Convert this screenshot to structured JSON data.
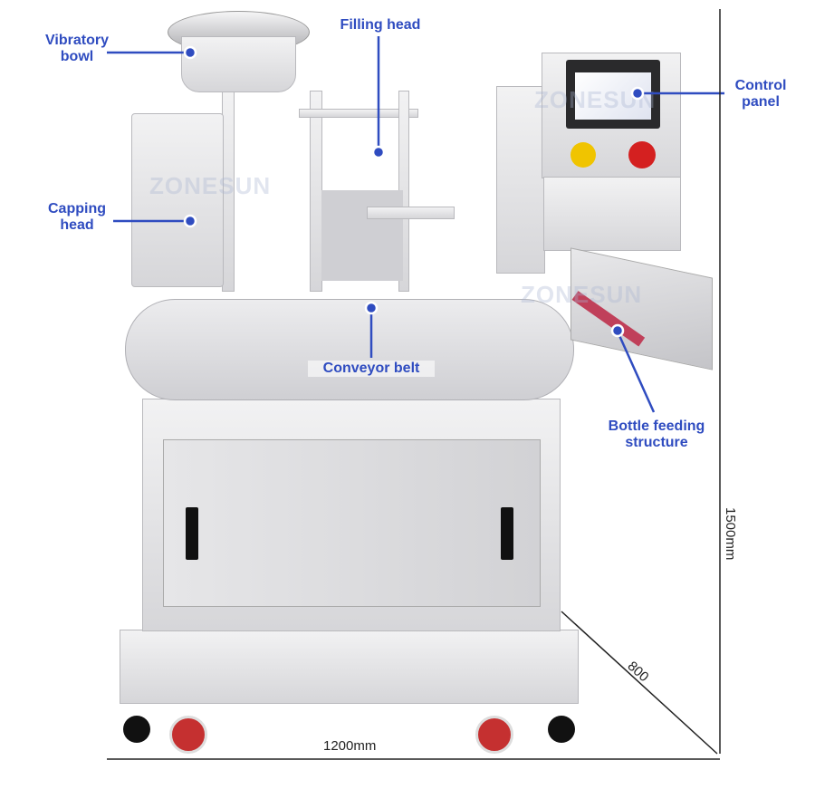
{
  "labels": {
    "vibratory_bowl": "Vibratory\nbowl",
    "filling_head": "Filling head",
    "control_panel": "Control\npanel",
    "capping_head": "Capping\nhead",
    "conveyor_belt": "Conveyor belt",
    "bottle_feeding": "Bottle feeding\nstructure"
  },
  "dimensions": {
    "height": "1500mm",
    "width": "1200mm",
    "depth": "800"
  },
  "watermark": "ZONESUN",
  "colors": {
    "label": "#2f4cc0",
    "estop": "#d42020",
    "selector": "#f0c400"
  }
}
